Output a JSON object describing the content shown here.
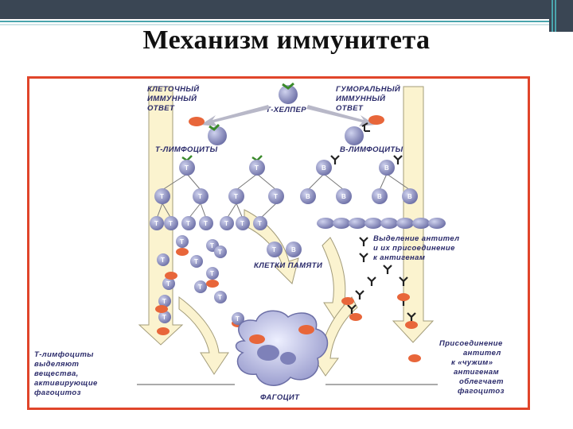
{
  "title": "Механизм иммунитета",
  "diagram": {
    "cell_response": [
      "КЛЕТОЧНЫЙ",
      "ИММУННЫЙ",
      "ОТВЕТ"
    ],
    "humoral_response": [
      "ГУМОРАЛЬНЫЙ",
      "ИММУННЫЙ",
      "ОТВЕТ"
    ],
    "t_helper": "Т-ХЕЛПЕР",
    "t_lymphocytes": "Т-ЛИМФОЦИТЫ",
    "b_lymphocytes": "В-ЛИМФОЦИТЫ",
    "memory_cells": "КЛЕТКИ ПАМЯТИ",
    "antibody_release": [
      "Выделение антител",
      "и их присоединение",
      "к антигенам"
    ],
    "t_secrete": [
      "Т-лимфоциты",
      "выделяют",
      "вещества,",
      "активирующие",
      "фагоцитоз"
    ],
    "antibody_binding": [
      "Присоединение",
      "антител",
      "к «чужим»",
      "антигенам",
      "облегчает",
      "фагоцитоз"
    ],
    "phagocyte": "ФАГОЦИТ",
    "t_letter": "Т",
    "b_letter": "В"
  },
  "colors": {
    "frame_border": "#e0452a",
    "cell_fill": "#8a8fbf",
    "arrow_fill": "#fbf3cf",
    "antigen": "#e8663a",
    "topbar_dark": "#3a4654",
    "topbar_teal": "#4aa5ad"
  }
}
